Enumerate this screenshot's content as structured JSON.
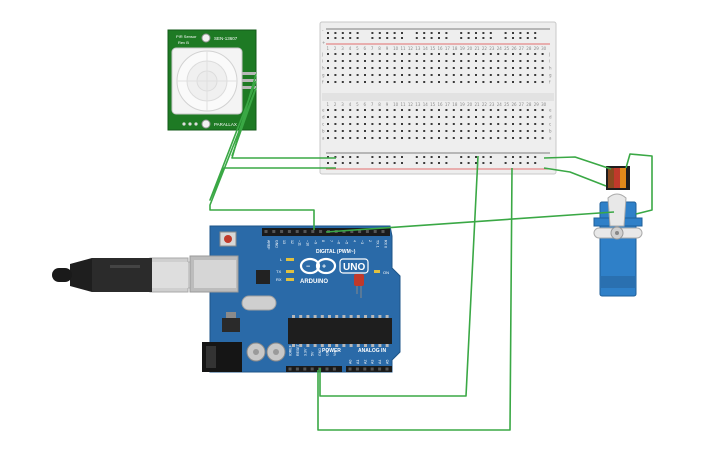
{
  "pir_sensor": {
    "title_line1": "PIR Sensor",
    "title_line2": "Rev B",
    "sens_label": "SEN-13607",
    "parallax_label": "PARALLAX",
    "board_color": "#1e7a24"
  },
  "breadboard": {
    "column_numbers": [
      "1",
      "2",
      "3",
      "4",
      "5",
      "6",
      "7",
      "8",
      "9",
      "10",
      "11",
      "12",
      "13",
      "14",
      "15",
      "16",
      "17",
      "18",
      "19",
      "20",
      "21",
      "22",
      "23",
      "24",
      "25",
      "26",
      "27",
      "28",
      "29",
      "30"
    ],
    "row_letters_top": [
      "j",
      "i",
      "h",
      "g",
      "f"
    ],
    "row_letters_bottom": [
      "e",
      "d",
      "c",
      "b",
      "a"
    ],
    "rail_plus": "+",
    "rail_minus": "-"
  },
  "arduino": {
    "brand": "ARDUINO",
    "model": "UNO",
    "digital_label": "DIGITAL (PWM~)",
    "power_label": "POWER",
    "analog_label": "ANALOG IN",
    "on_label": "ON",
    "tx_label": "TX",
    "rx_label": "RX",
    "l_label": "L",
    "header_digital_labels": [
      "AREF",
      "GND",
      "13",
      "12",
      "~11",
      "~10",
      "~9",
      "8",
      "7",
      "~6",
      "~5",
      "4",
      "~3",
      "2",
      "TX 1",
      "RX 0"
    ],
    "header_power_labels": [
      "IOREF",
      "RESET",
      "3.3V",
      "5V",
      "GND",
      "GND",
      "Vin"
    ],
    "header_analog_labels": [
      "A0",
      "A1",
      "A2",
      "A3",
      "A4",
      "A5"
    ],
    "board_color": "#2a6aa8"
  },
  "usb_cable": {
    "color": "#2b2b2b"
  },
  "servo": {
    "body_color": "#2f80c8"
  },
  "wire_color": "#3aa845"
}
